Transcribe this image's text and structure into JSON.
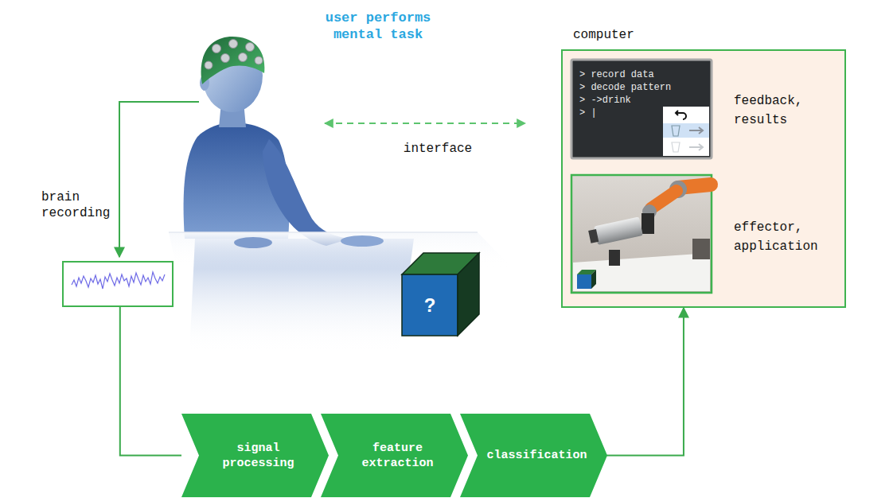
{
  "diagram": {
    "nodes": [
      {
        "text": [
          "computer"
        ]
      },
      {
        "text": [
          "> record data",
          "> decode pattern",
          "> ->drink",
          "> |"
        ],
        "in": 0
      },
      {
        "text": [
          "brain recording"
        ]
      },
      {
        "text": [
          "?"
        ]
      },
      {
        "text": [
          "signal processing"
        ]
      },
      {
        "text": [
          "feature extraction"
        ]
      },
      {
        "text": [
          "classification"
        ]
      }
    ],
    "edges": [
      {
        "from": 2,
        "to": 4,
        "arrow": "none"
      },
      {
        "from": 6,
        "to": 0,
        "arrow": "to"
      }
    ],
    "labels": [
      "user performs mental task",
      "interface",
      "feedback, results",
      "effector, application"
    ]
  }
}
